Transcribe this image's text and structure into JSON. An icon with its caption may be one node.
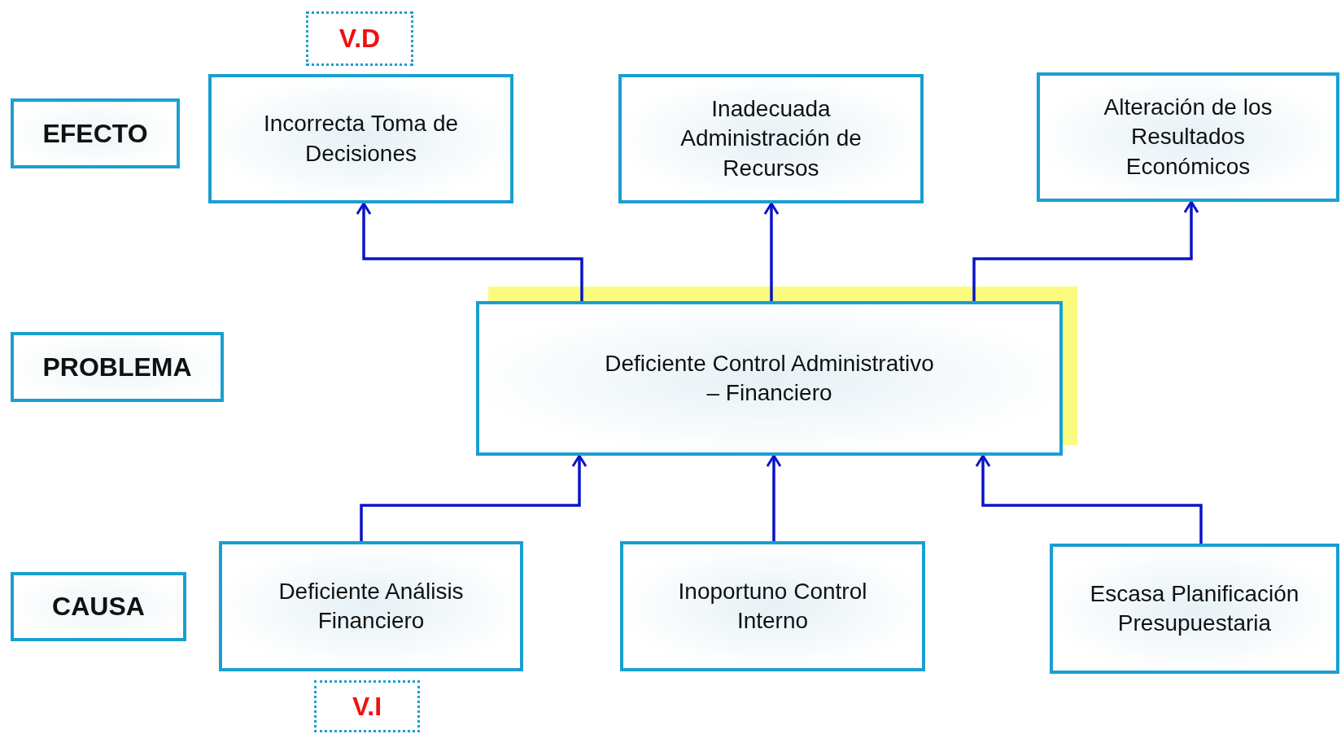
{
  "diagram": {
    "nodes": [
      {
        "text": [
          "V.D"
        ]
      },
      {
        "text": [
          "EFECTO"
        ]
      },
      {
        "text": [
          "Incorrecta Toma de Decisiones"
        ]
      },
      {
        "text": [
          "Inadecuada Administración de Recursos"
        ]
      },
      {
        "text": [
          "Alteración de los Resultados Económicos"
        ]
      },
      {
        "text": [
          "PROBLEMA"
        ]
      },
      {
        "text": [
          "Deficiente Control Administrativo – Financiero"
        ]
      },
      {
        "text": [
          "CAUSA"
        ]
      },
      {
        "text": [
          "Deficiente Análisis Financiero"
        ]
      },
      {
        "text": [
          "Inoportuno Control Interno"
        ]
      },
      {
        "text": [
          "Escasa Planificación Presupuestaria"
        ]
      },
      {
        "text": [
          "V.I"
        ]
      }
    ],
    "edges": [
      {
        "from": 6,
        "to": 2,
        "arrow": "to"
      },
      {
        "from": 6,
        "to": 3,
        "arrow": "to"
      },
      {
        "from": 6,
        "to": 4,
        "arrow": "to"
      },
      {
        "from": 8,
        "to": 6,
        "arrow": "to"
      },
      {
        "from": 9,
        "to": 6,
        "arrow": "to"
      },
      {
        "from": 10,
        "to": 6,
        "arrow": "to"
      }
    ]
  }
}
